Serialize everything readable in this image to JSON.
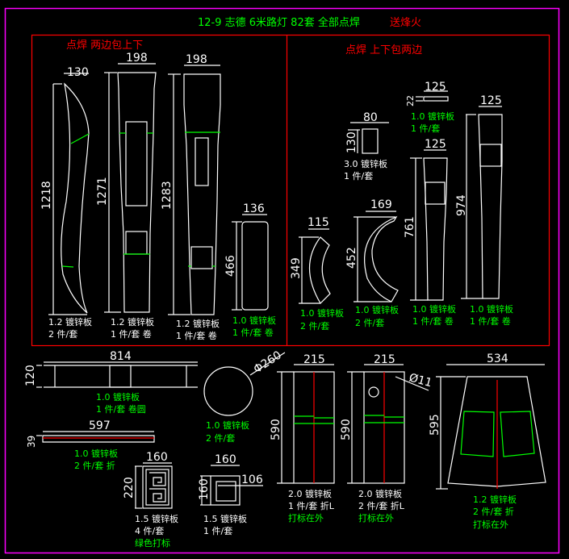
{
  "title": {
    "main": "12-9 志德 6米路灯 82套 全部点焊",
    "suffix": "送烽火"
  },
  "colors": {
    "frame": "#ff00ff",
    "section_frame": "#ff0000",
    "green": "#00ff00",
    "white": "#ffffff",
    "background": "#000000"
  },
  "sections": {
    "left_note": "点焊 两边包上下",
    "right_note": "点焊 上下包两边"
  },
  "parts": [
    {
      "id": "p1",
      "dims": [
        "130",
        "1218"
      ],
      "lines": [
        "1.2 镀锌板",
        "2 件/套"
      ],
      "color": "white"
    },
    {
      "id": "p2",
      "dims": [
        "198",
        "1271"
      ],
      "lines": [
        "1.2 镀锌板",
        "1 件/套 卷"
      ],
      "color": "white"
    },
    {
      "id": "p3",
      "dims": [
        "198",
        "1283"
      ],
      "lines": [
        "1.2 镀锌板",
        "1 件/套 卷"
      ],
      "color": "white"
    },
    {
      "id": "p4",
      "dims": [
        "136",
        "466"
      ],
      "lines": [
        "1.0 镀锌板",
        "1 件/套 卷"
      ],
      "color": "green"
    },
    {
      "id": "p5",
      "dims": [
        "80",
        "130"
      ],
      "lines": [
        "3.0 镀锌板",
        "1 件/套"
      ],
      "color": "white"
    },
    {
      "id": "p6",
      "dims": [
        "125",
        "22"
      ],
      "lines": [
        "1.0 镀锌板",
        "1 件/套"
      ],
      "color": "green"
    },
    {
      "id": "p7",
      "dims": [
        "115",
        "349"
      ],
      "lines": [
        "1.0 镀锌板",
        "2 件/套"
      ],
      "color": "green"
    },
    {
      "id": "p8",
      "dims": [
        "169",
        "452"
      ],
      "lines": [
        "1.0 镀锌板",
        "2 件/套"
      ],
      "color": "green"
    },
    {
      "id": "p9",
      "dims": [
        "125",
        "761"
      ],
      "lines": [
        "1.0 镀锌板",
        "1 件/套 卷"
      ],
      "color": "green"
    },
    {
      "id": "p10",
      "dims": [
        "125",
        "974"
      ],
      "lines": [
        "1.0 镀锌板",
        "1 件/套 卷"
      ],
      "color": "green"
    },
    {
      "id": "p11",
      "dims": [
        "814",
        "120"
      ],
      "lines": [
        "1.0 镀锌板",
        "1 件/套 卷圆"
      ],
      "color": "green"
    },
    {
      "id": "p12",
      "dims": [
        "Φ260"
      ],
      "lines": [
        "1.0 镀锌板",
        "2 件/套"
      ],
      "color": "green"
    },
    {
      "id": "p13",
      "dims": [
        "597",
        "39"
      ],
      "lines": [
        "1.0 镀锌板",
        "2 件/套 折"
      ],
      "color": "green"
    },
    {
      "id": "p14",
      "dims": [
        "160",
        "220"
      ],
      "lines": [
        "1.5 镀锌板",
        "4 件/套"
      ],
      "extra": "绿色打标",
      "color": "white"
    },
    {
      "id": "p15",
      "dims": [
        "160",
        "160",
        "106"
      ],
      "lines": [
        "1.5 镀锌板",
        "1 件/套"
      ],
      "color": "white"
    },
    {
      "id": "p16",
      "dims": [
        "215",
        "590"
      ],
      "lines": [
        "2.0 镀锌板",
        "1 件/套 折L"
      ],
      "extra": "打标在外",
      "color": "white"
    },
    {
      "id": "p17",
      "dims": [
        "215",
        "590",
        "Ø11"
      ],
      "lines": [
        "2.0 镀锌板",
        "2 件/套 折L"
      ],
      "extra": "打标在外",
      "color": "white"
    },
    {
      "id": "p18",
      "dims": [
        "534",
        "595"
      ],
      "lines": [
        "1.2 镀锌板",
        "2 件/套 折"
      ],
      "extra": "打标在外",
      "color": "green"
    }
  ]
}
